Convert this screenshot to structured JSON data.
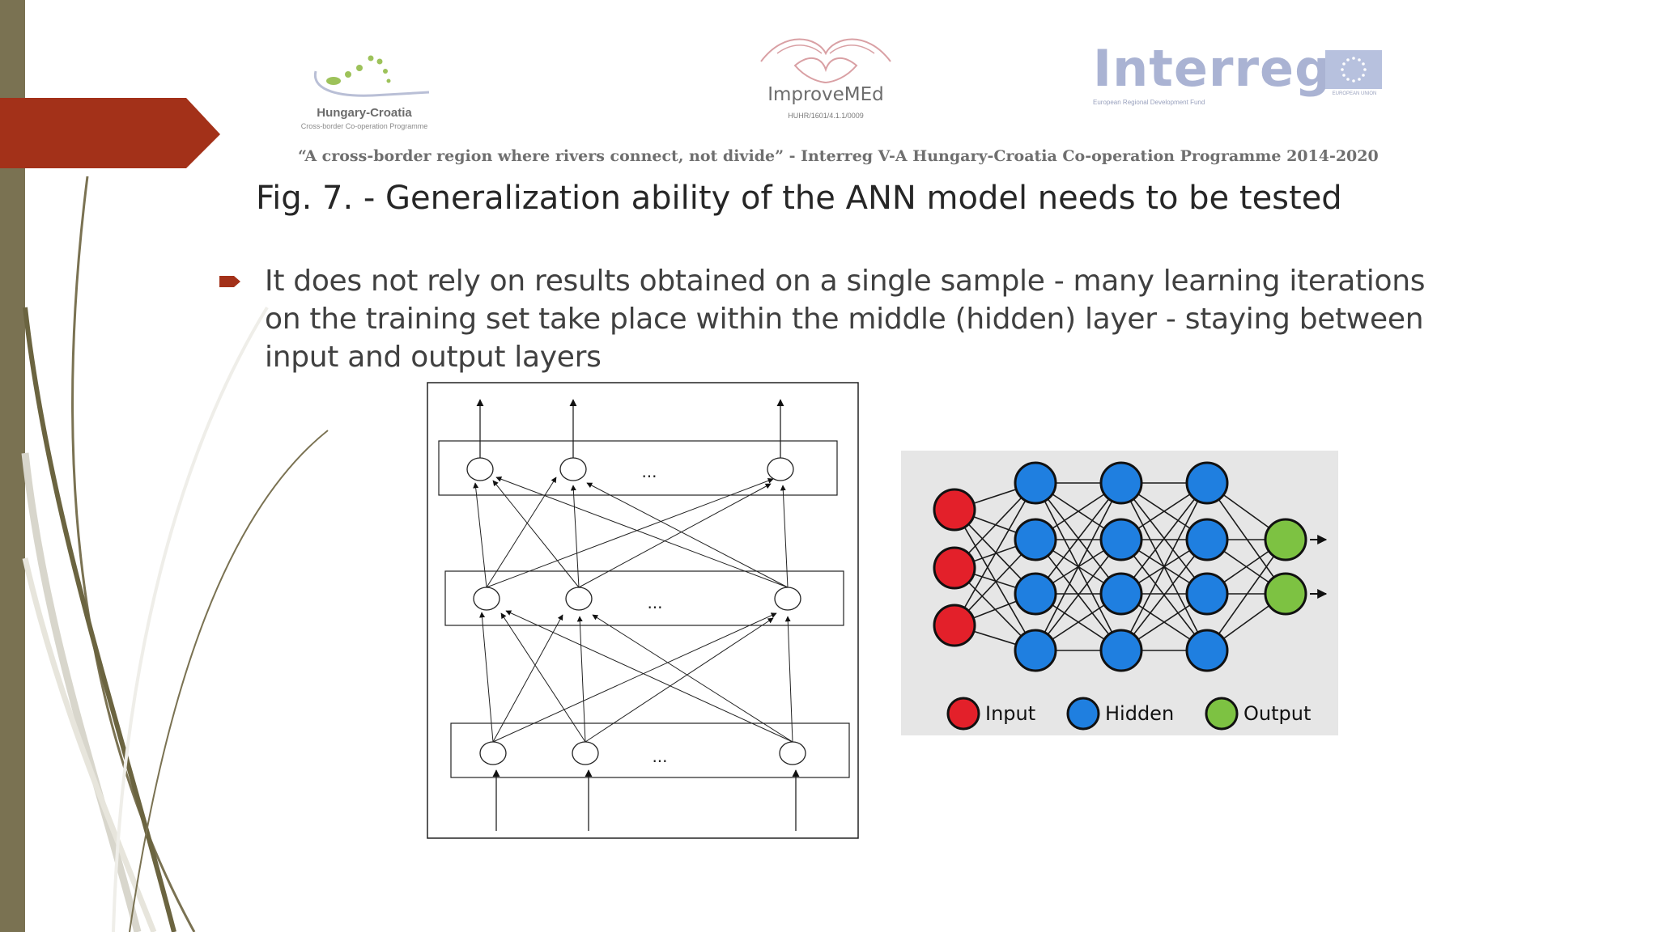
{
  "logos": {
    "hungary_croatia": {
      "name": "Hungary-Croatia",
      "subtitle": "Cross-border Co-operation Programme"
    },
    "improvemed": {
      "name": "ImproveMEd",
      "code": "HUHR/1601/4.1.1/0009"
    },
    "interreg": {
      "name": "Interreg",
      "subtitle": "European Regional Development Fund",
      "eu_label": "EUROPEAN UNION"
    }
  },
  "motto": "“A cross-border region where rivers connect, not divide” - Interreg V-A Hungary-Croatia Co-operation Programme 2014-2020",
  "slide_title": "Fig. 7. - Generalization ability of the ANN model needs to be tested",
  "bullet_text": "It does not rely on results obtained on a single sample - many learning iterations on the training set take place within the middle (hidden) layer - staying between input and output layers",
  "diagram1": {
    "ellipsis": "..."
  },
  "diagram2": {
    "legend": [
      "Input",
      "Hidden",
      "Output"
    ],
    "colors": {
      "input": "#e3202a",
      "hidden": "#1f7fe0",
      "output": "#7dc242",
      "background": "#e6e6e6"
    }
  },
  "colors": {
    "accent": "#a33119",
    "sidebar": "#7a7252"
  }
}
